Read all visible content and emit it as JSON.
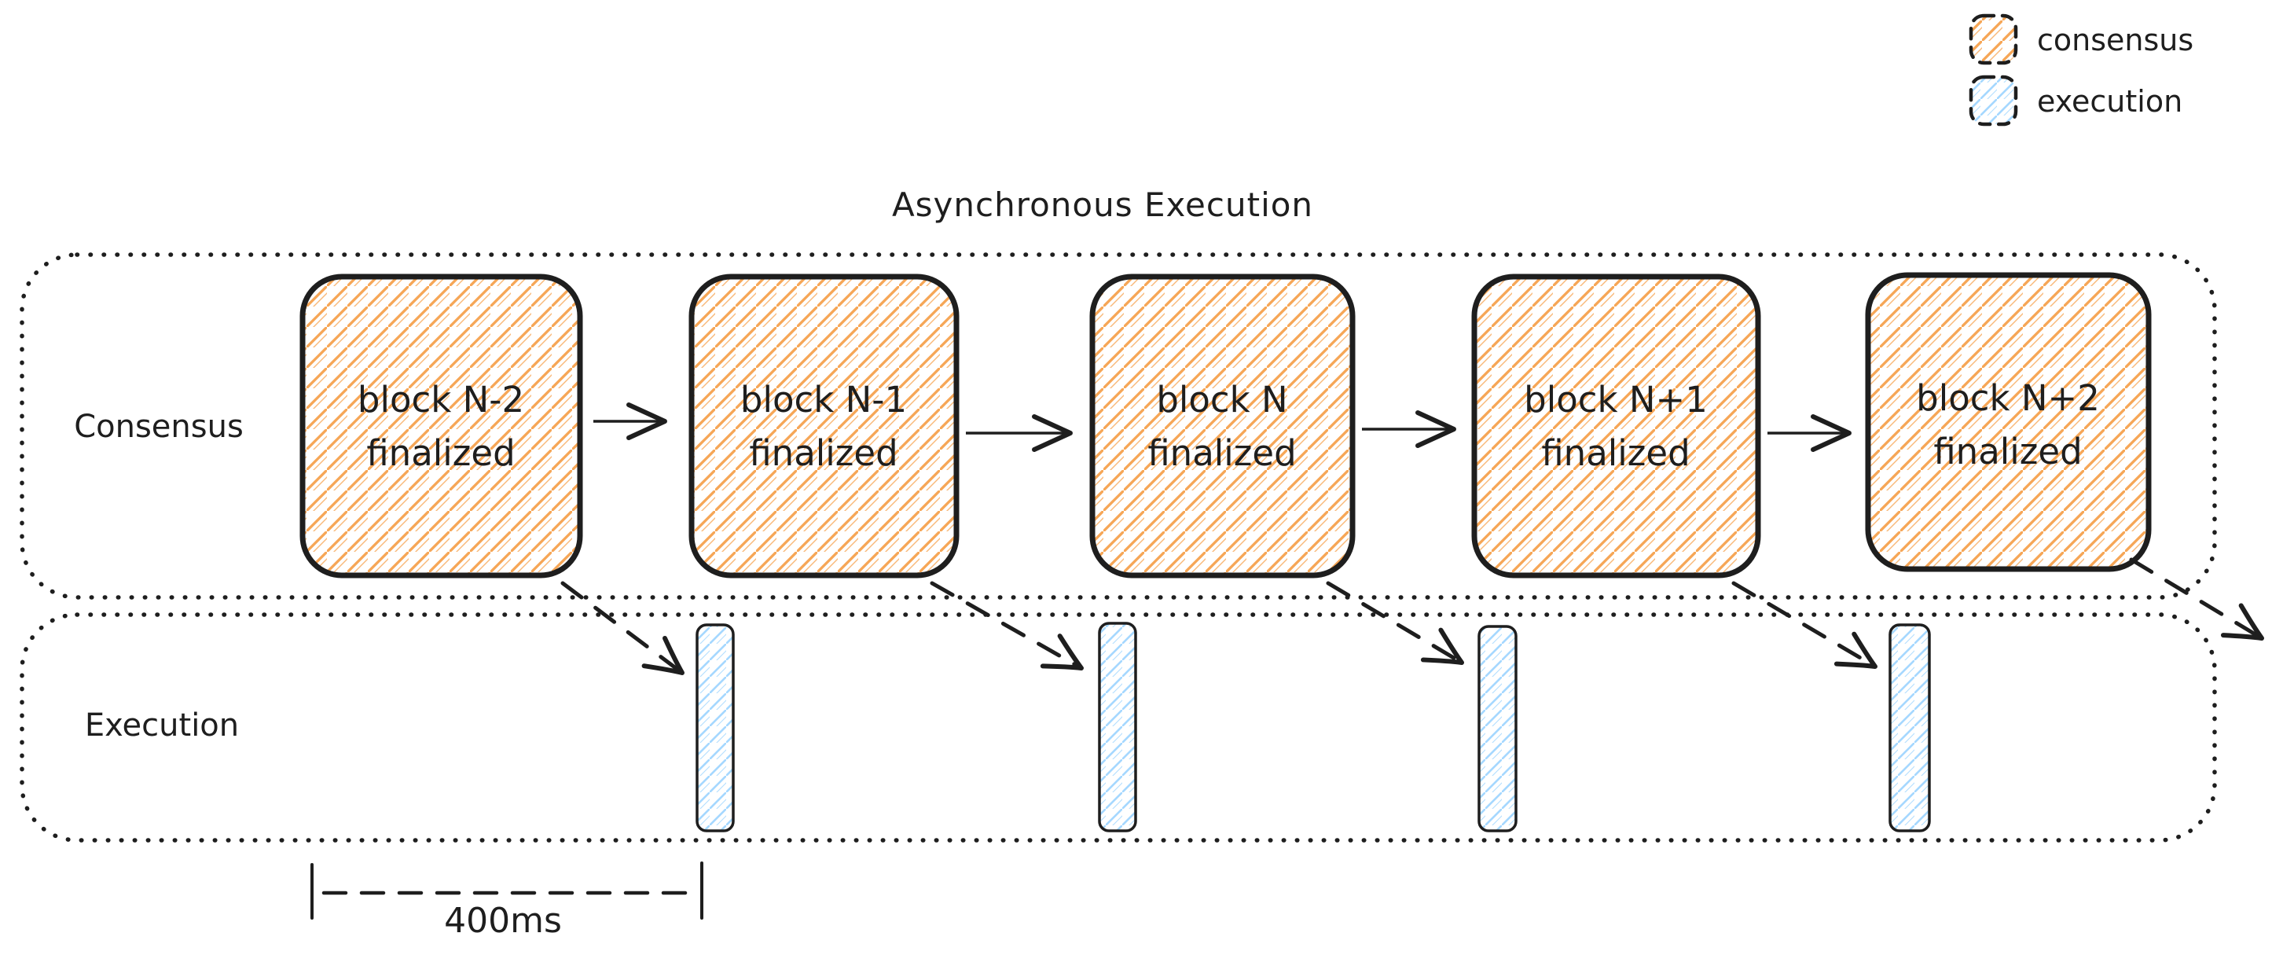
{
  "diagram": {
    "title": "Asynchronous Execution",
    "legend": {
      "items": [
        {
          "label": "consensus",
          "swatch": "orange-hatch-swatch",
          "color": "#F6A656"
        },
        {
          "label": "execution",
          "swatch": "blue-hatch-swatch",
          "color": "#A5D8FF"
        }
      ]
    },
    "lanes": {
      "consensus": {
        "label": "Consensus"
      },
      "execution": {
        "label": "Execution"
      }
    },
    "consensus_blocks": [
      {
        "line1": "block N-2",
        "line2": "finalized"
      },
      {
        "line1": "block N-1",
        "line2": "finalized"
      },
      {
        "line1": "block N",
        "line2": "finalized"
      },
      {
        "line1": "block N+1",
        "line2": "finalized"
      },
      {
        "line1": "block N+2",
        "line2": "finalized"
      }
    ],
    "execution_bars_count": 4,
    "timing": {
      "label": "400ms"
    },
    "colors": {
      "ink": "#1e1e1e",
      "consensus_hatch": "#F6A656",
      "execution_hatch": "#A5D8FF",
      "background": "#FFFFFF"
    }
  }
}
